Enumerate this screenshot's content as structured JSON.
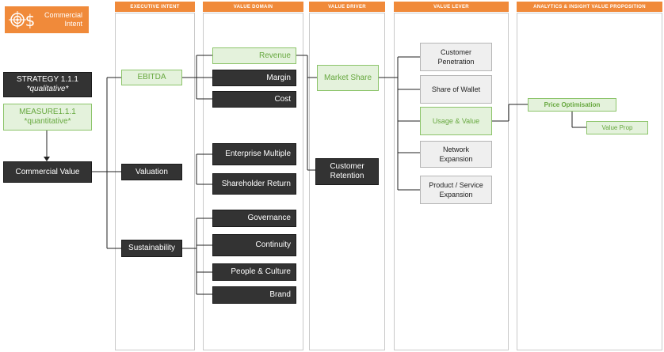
{
  "badge": {
    "title_line1": "Commercial",
    "title_line2": "Intent"
  },
  "columns": {
    "executive_intent": "EXECUTIVE INTENT",
    "value_domain": "VALUE DOMAIN",
    "value_driver": "VALUE DRIVER",
    "value_lever": "VALUE LEVER",
    "analytics": "ANALYTICS  & INSIGHT VALUE PROPOSITION"
  },
  "legend": {
    "strategy_title": "STRATEGY 1.1.1",
    "strategy_sub": "*qualitative*",
    "measure_title": "MEASURE1.1.1",
    "measure_sub": "*quantitative*"
  },
  "root": "Commercial Value",
  "intent": {
    "ebitda": "EBITDA",
    "valuation": "Valuation",
    "sustainability": "Sustainability"
  },
  "domain": {
    "revenue": "Revenue",
    "margin": "Margin",
    "cost": "Cost",
    "enterprise_multiple": "Enterprise Multiple",
    "shareholder_return": "Shareholder Return",
    "governance": "Governance",
    "continuity": "Continuity",
    "people_culture": "People & Culture",
    "brand": "Brand"
  },
  "driver": {
    "market_share": "Market Share",
    "customer_retention_1": "Customer",
    "customer_retention_2": "Retention"
  },
  "lever": {
    "cust_pen_1": "Customer",
    "cust_pen_2": "Penetration",
    "share_wallet": "Share of Wallet",
    "usage_value": "Usage & Value",
    "network_1": "Network",
    "network_2": "Expansion",
    "product_1": "Product  / Service",
    "product_2": "Expansion"
  },
  "analytics": {
    "price_opt": "Price Optimisation",
    "value_prop": "Value Prop"
  }
}
